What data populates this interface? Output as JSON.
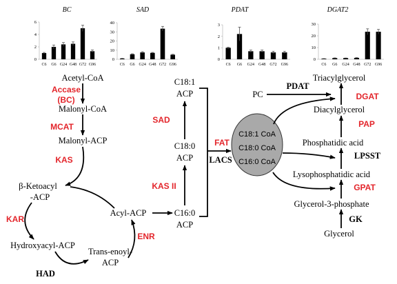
{
  "figure": {
    "fatty_acid_synthesis": {
      "acetyl_coa": "Acetyl-CoA",
      "accase": "Accase",
      "accase_bc": "(BC)",
      "malonyl_coa": "Malonyl-CoA",
      "mcat": "MCAT",
      "malonyl_acp": "Malonyl-ACP",
      "kas": "KAS",
      "ketoacyl_line1": "β-Ketoacyl",
      "ketoacyl_line2": "-ACP",
      "kar": "KAR",
      "hydroxyacyl_acp": "Hydroxyacyl-ACP",
      "had": "HAD",
      "trans_enoyl_line1": "Trans-enoyl-",
      "trans_enoyl_line2": "ACP",
      "enr": "ENR",
      "acyl_acp": "Acyl-ACP"
    },
    "elongation": {
      "c18_1": "C18:1",
      "c18_1_acp": "ACP",
      "sad": "SAD",
      "c18_0": "C18:0",
      "c18_0_acp": "ACP",
      "kas_ii": "KAS II",
      "c16_0": "C16:0",
      "c16_0_acp": "ACP",
      "fat": "FAT",
      "lacs": "LACS"
    },
    "acyl_coa_pool": [
      "C18:1 CoA",
      "C18:0 CoA",
      "C16:0 CoA"
    ],
    "glycerolipid_assembly": {
      "tag": "Triacylglycerol",
      "pc": "PC",
      "pdat": "PDAT",
      "dgat": "DGAT",
      "dag": "Diacylglycerol",
      "pap": "PAP",
      "pa": "Phosphatidic acid",
      "lpsst": "LPSST",
      "lpa": "Lysophosphatidic acid",
      "gpat": "GPAT",
      "g3p": "Glycerol-3-phosphate",
      "gk": "GK",
      "glycerol": "Glycerol"
    }
  },
  "colors": {
    "enzyme_red": "#e3252b",
    "pool_fill": "#a9a9a9",
    "bar": "#000000",
    "axis": "#bfbfbf"
  },
  "chart_data": [
    {
      "type": "bar",
      "title": "BC",
      "categories": [
        "C6",
        "G6",
        "G24",
        "G48",
        "G72",
        "G96"
      ],
      "values": [
        1.0,
        2.0,
        2.4,
        2.5,
        5.0,
        1.3
      ],
      "errors": [
        0.1,
        0.3,
        0.3,
        0.3,
        0.5,
        0.2
      ],
      "yticks": [
        0,
        2,
        4,
        6
      ],
      "ylim": [
        0,
        6
      ]
    },
    {
      "type": "bar",
      "title": "SAD",
      "categories": [
        "C6",
        "G6",
        "G24",
        "G48",
        "G72",
        "G96"
      ],
      "values": [
        0.8,
        5.5,
        7.5,
        7.0,
        33.5,
        5.0
      ],
      "errors": [
        0.2,
        0.5,
        0.8,
        0.5,
        2.5,
        0.5
      ],
      "yticks": [
        0,
        10,
        20,
        30,
        40
      ],
      "ylim": [
        0,
        40
      ]
    },
    {
      "type": "bar",
      "title": "PDAT",
      "categories": [
        "C6",
        "G6",
        "G24",
        "G48",
        "G72",
        "G96"
      ],
      "values": [
        1.0,
        2.2,
        0.7,
        0.7,
        0.6,
        0.6
      ],
      "errors": [
        0.05,
        0.6,
        0.1,
        0.1,
        0.1,
        0.1
      ],
      "yticks": [
        0,
        1,
        2,
        3
      ],
      "ylim": [
        0,
        3
      ]
    },
    {
      "type": "bar",
      "title": "DGAT2",
      "categories": [
        "C6",
        "G6",
        "G24",
        "G48",
        "G72",
        "G96"
      ],
      "values": [
        0.5,
        1.0,
        1.0,
        1.2,
        23.5,
        23.5
      ],
      "errors": [
        0.1,
        0.2,
        0.1,
        0.2,
        2.5,
        2.0
      ],
      "yticks": [
        0,
        10,
        20,
        30
      ],
      "ylim": [
        0,
        30
      ]
    }
  ]
}
